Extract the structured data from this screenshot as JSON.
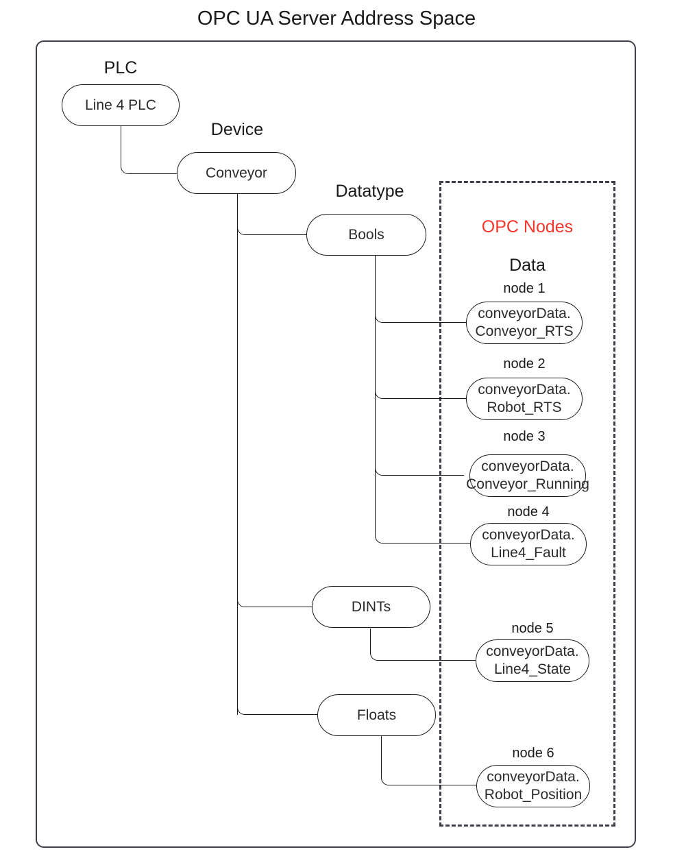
{
  "title": "OPC UA Server Address Space",
  "colors": {
    "accent_red": "#f4372c",
    "frame": "#3d4049",
    "stroke": "#1a1a1a"
  },
  "captions": {
    "plc": "PLC",
    "device": "Device",
    "datatype": "Datatype",
    "opc_nodes": "OPC Nodes",
    "data": "Data"
  },
  "tree": {
    "plc_node": "Line 4 PLC",
    "device_node": "Conveyor",
    "datatypes": [
      {
        "label": "Bools"
      },
      {
        "label": "DINTs"
      },
      {
        "label": "Floats"
      }
    ]
  },
  "opc_nodes": [
    {
      "caption": "node 1",
      "line1": "conveyorData.",
      "line2": "Conveyor_RTS",
      "datatype": "Bools"
    },
    {
      "caption": "node 2",
      "line1": "conveyorData.",
      "line2": "Robot_RTS",
      "datatype": "Bools"
    },
    {
      "caption": "node 3",
      "line1": "conveyorData.",
      "line2": "Conveyor_Running",
      "datatype": "Bools"
    },
    {
      "caption": "node 4",
      "line1": "conveyorData.",
      "line2": "Line4_Fault",
      "datatype": "Bools"
    },
    {
      "caption": "node 5",
      "line1": "conveyorData.",
      "line2": "Line4_State",
      "datatype": "DINTs"
    },
    {
      "caption": "node 6",
      "line1": "conveyorData.",
      "line2": "Robot_Position",
      "datatype": "Floats"
    }
  ]
}
